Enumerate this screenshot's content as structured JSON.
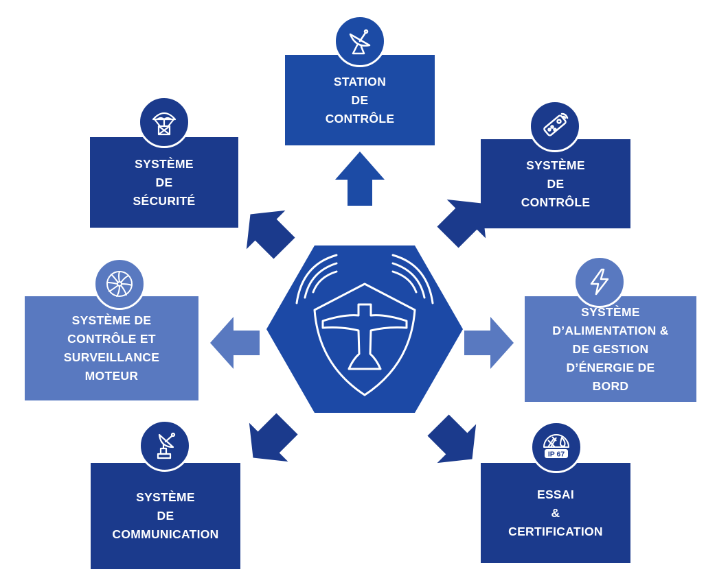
{
  "colors": {
    "dark_navy": "#1b3a8c",
    "royal_blue": "#1c4ba5",
    "periwinkle": "#5979c0",
    "hexagon": "#1c49a6",
    "white": "#ffffff"
  },
  "center": {
    "icon": "drone-shield-icon"
  },
  "nodes": [
    {
      "id": "station",
      "label": "STATION\nDE\nCONTRÔLE",
      "icon": "satellite-dish-icon",
      "color": "royal_blue"
    },
    {
      "id": "controle",
      "label": "SYSTÈME\nDE\nCONTRÔLE",
      "icon": "remote-control-icon",
      "color": "dark_navy"
    },
    {
      "id": "alimentation",
      "label": "SYSTÈME\nD’ALIMENTATION &\nDE GESTION\nD’ÉNERGIE DE\nBORD",
      "icon": "lightning-icon",
      "color": "periwinkle"
    },
    {
      "id": "essai",
      "label": "ESSAI\n&\nCERTIFICATION",
      "icon": "ip67-icon",
      "icon_text": "IP 67",
      "color": "dark_navy"
    },
    {
      "id": "communication",
      "label": "SYSTÈME\nDE\nCOMMUNICATION",
      "icon": "antenna-tower-icon",
      "color": "dark_navy"
    },
    {
      "id": "moteur",
      "label": "SYSTÈME DE\nCONTRÔLE ET\nSURVEILLANCE\nMOTEUR",
      "icon": "turbine-icon",
      "color": "periwinkle"
    },
    {
      "id": "securite",
      "label": "SYSTÈME\nDE\nSÉCURITÉ",
      "icon": "parachute-icon",
      "color": "dark_navy"
    }
  ]
}
